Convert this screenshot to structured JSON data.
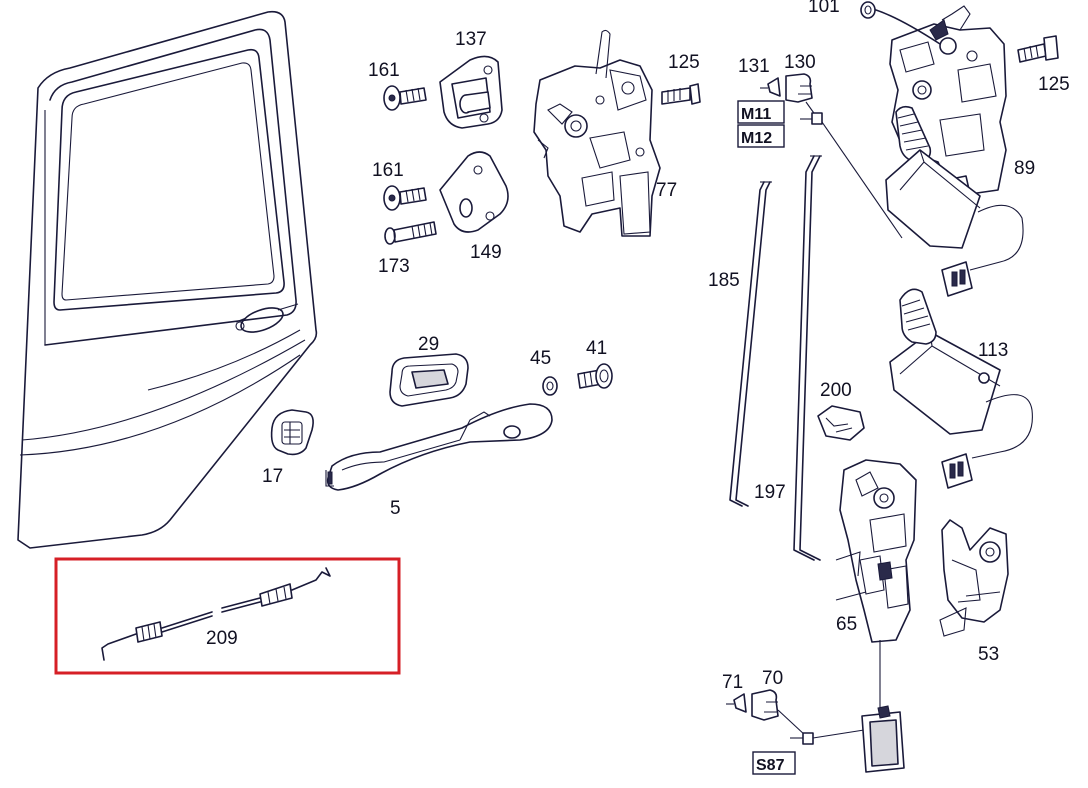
{
  "highlight_color": "#d61f26",
  "line_color": "#1a1a3a",
  "callouts": {
    "p101": "101",
    "p125a": "125",
    "p125b": "125",
    "p137": "137",
    "p161a": "161",
    "p161b": "161",
    "p131": "131",
    "p130": "130",
    "p77": "77",
    "p89": "89",
    "p173": "173",
    "p149": "149",
    "p185": "185",
    "p29": "29",
    "p45": "45",
    "p41": "41",
    "p113": "113",
    "p200": "200",
    "p17": "17",
    "p5": "5",
    "p197": "197",
    "p65": "65",
    "p53": "53",
    "p209": "209",
    "p71": "71",
    "p70": "70"
  },
  "boxed_labels": {
    "m11": "M11",
    "m12": "M12",
    "s87": "S87"
  }
}
